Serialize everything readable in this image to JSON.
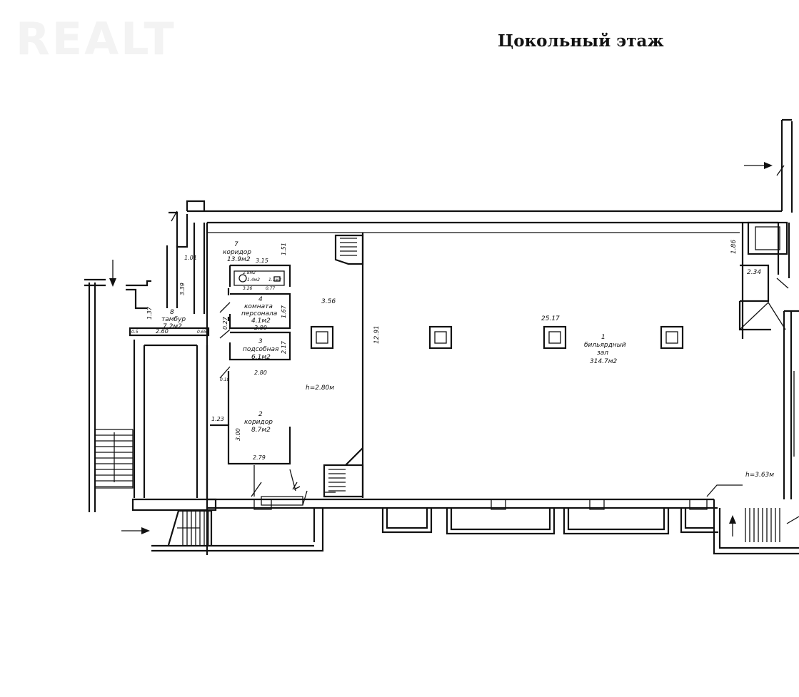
{
  "watermark": "REALT",
  "title": "Цокольный этаж",
  "rooms": [
    {
      "num": "1",
      "name1": "бильярдный",
      "name2": "зал",
      "area": "314.7м2"
    },
    {
      "num": "2",
      "name1": "коридор",
      "area": "8.7м2"
    },
    {
      "num": "3",
      "name1": "подсобная",
      "area": "6.1м2"
    },
    {
      "num": "4",
      "name1": "комната",
      "name2": "персонала",
      "area": "4.1м2"
    },
    {
      "num": "7",
      "name1": "коридор",
      "area": "13.9м2"
    },
    {
      "num": "8",
      "name1": "тамбур",
      "area": "7.2м2"
    }
  ],
  "wc_labels": {
    "a": "2.8м2",
    "b": "1.4м2",
    "c": "1.1м2"
  },
  "heights": {
    "basement": "h=2.80м",
    "hall": "h=3.63м"
  },
  "dims": {
    "d1": "3.56",
    "d2": "25.17",
    "d3": "12.91",
    "d4": "1.86",
    "d5": "2.34",
    "d6": "1.01",
    "d7": "3.39",
    "d8": "1.37",
    "d9": "2.60",
    "d10": "0.5",
    "d11": "0.65",
    "d12": "3.15",
    "d13": "1.51",
    "d14": "1.67",
    "d15": "2.80",
    "d16": "2.17",
    "d17": "2.80",
    "d18": "0.27",
    "d19": "0.18",
    "d20": "1.23",
    "d21": "3.00",
    "d22": "2.79",
    "d23": "3.26",
    "d24": "0.77"
  }
}
